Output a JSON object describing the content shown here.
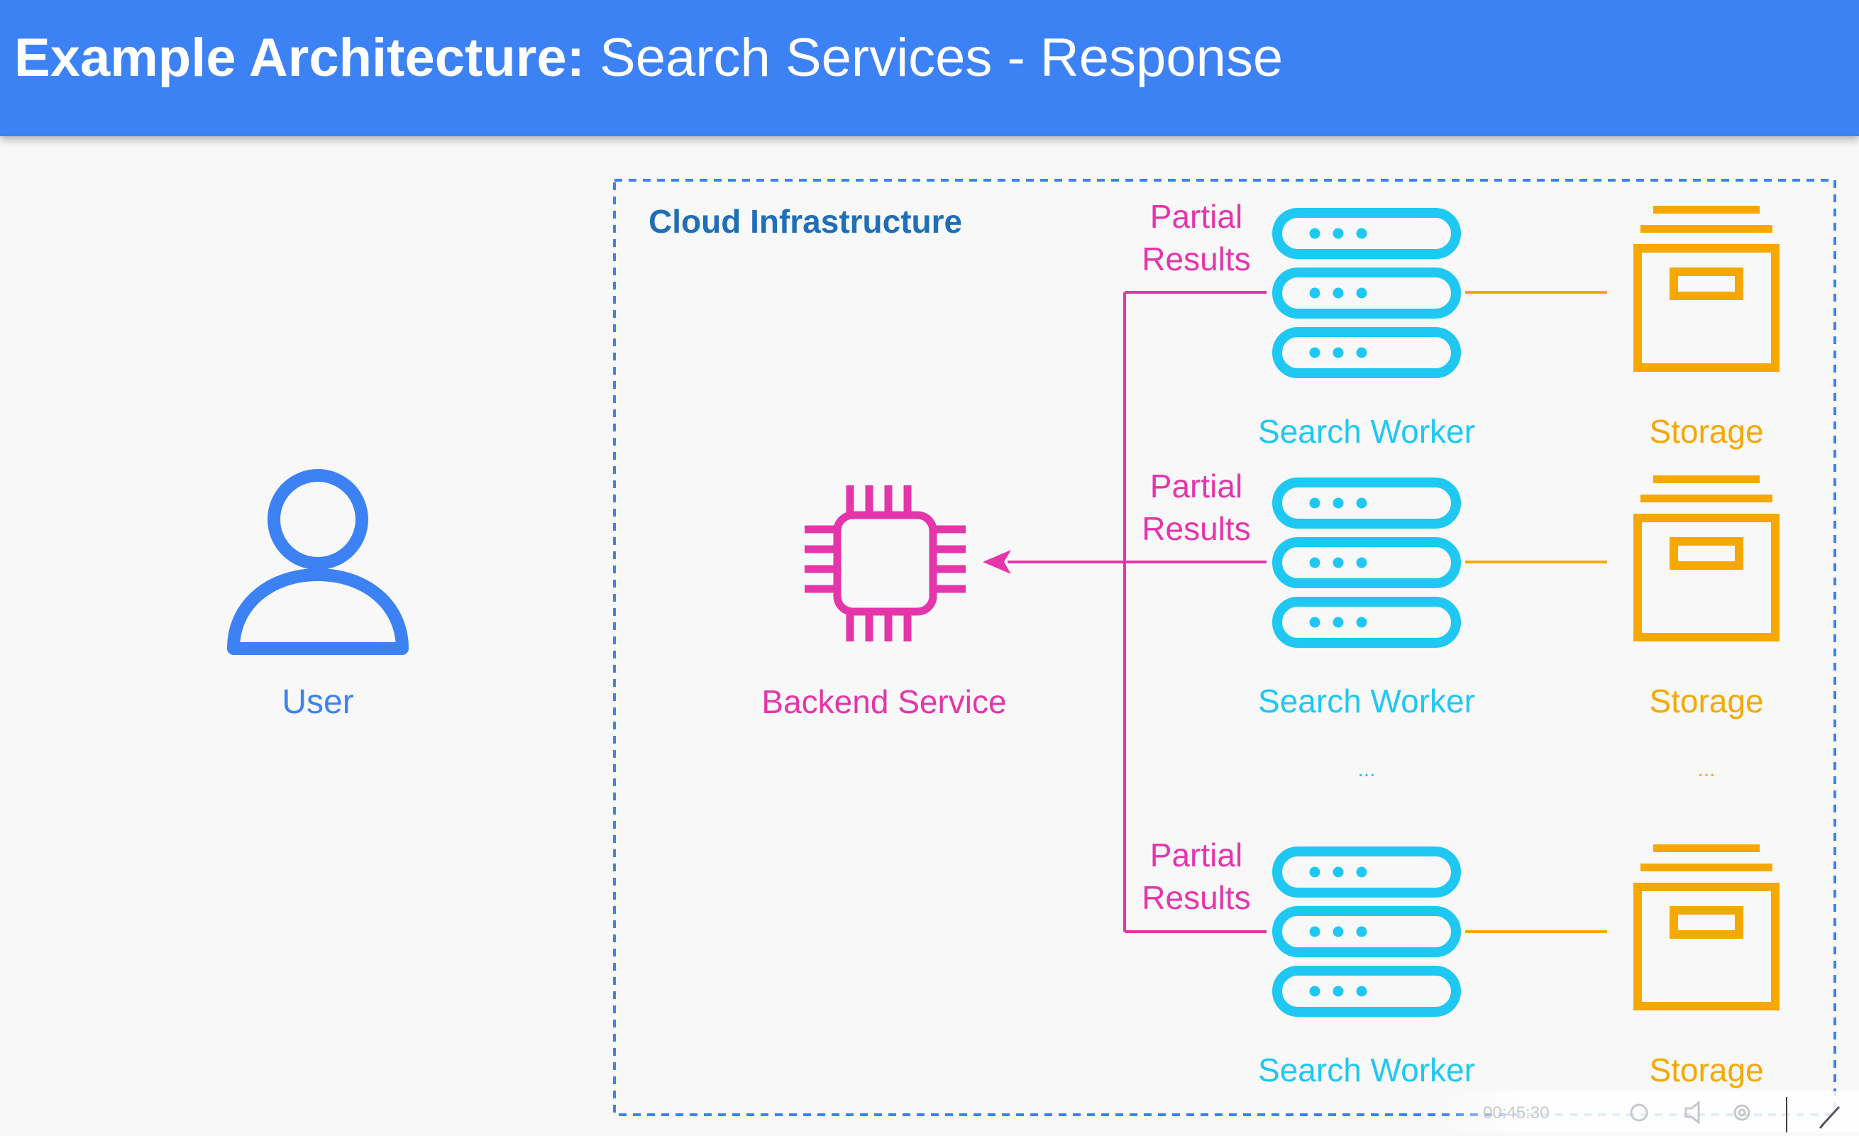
{
  "header": {
    "title_bold": "Example Architecture:",
    "title_rest": " Search Services - Response"
  },
  "diagram": {
    "user_label": "User",
    "cloud_label": "Cloud Infrastructure",
    "backend_label": "Backend Service",
    "workers": [
      {
        "partial_line1": "Partial",
        "partial_line2": "Results",
        "worker_label": "Search Worker",
        "storage_label": "Storage"
      },
      {
        "partial_line1": "Partial",
        "partial_line2": "Results",
        "worker_label": "Search Worker",
        "storage_label": "Storage"
      },
      {
        "partial_line1": "Partial",
        "partial_line2": "Results",
        "worker_label": "Search Worker",
        "storage_label": "Storage"
      }
    ],
    "worker_ellipsis": "...",
    "storage_ellipsis": "...",
    "player": {
      "time": "00:45:30"
    }
  },
  "colors": {
    "header_bg": "#3d82f5",
    "user": "#3d82f5",
    "cloud_border": "#3d82f5",
    "cloud_label": "#1f6fb8",
    "backend": "#e535ab",
    "worker": "#1ec8f3",
    "storage": "#f6a800"
  }
}
